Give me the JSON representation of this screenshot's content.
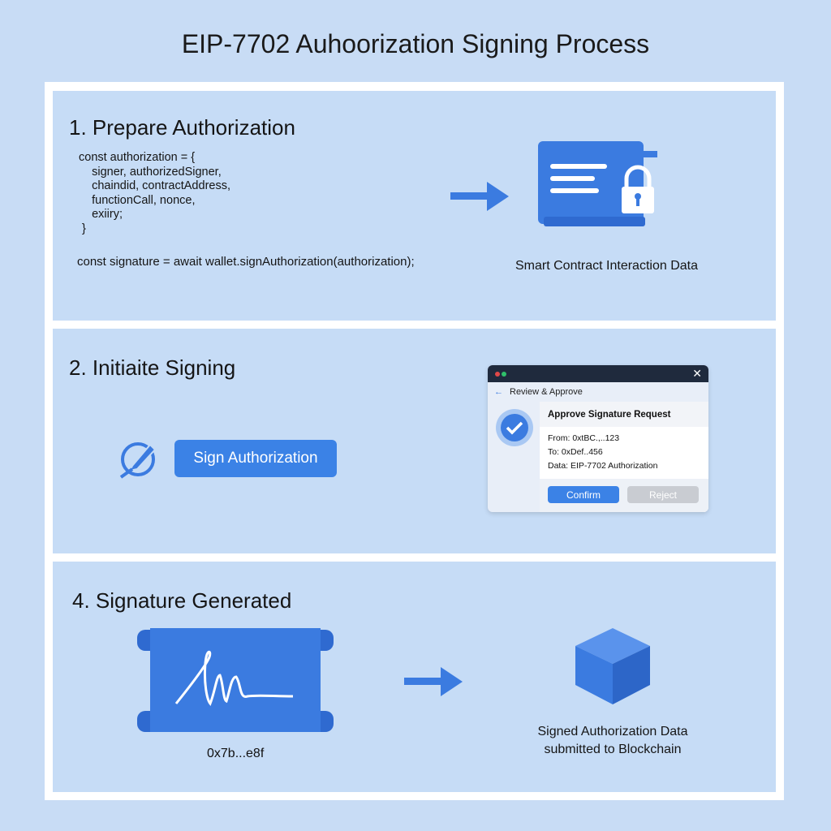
{
  "title": "EIP-7702 Auhoorization Signing Process",
  "step1": {
    "heading": "1. Prepare Authorization",
    "code": "const authorization = {\n    signer, authorizedSigner,\n    chaindid, contractAddress,\n    functionCall, nonce,\n    exiiry;\n }",
    "code_call": "const signature = await wallet.signAuthorization(authorization);",
    "caption": "Smart Contract Interaction Data",
    "icon": "locked-document-icon"
  },
  "step2": {
    "heading": "2. Initiaite Signing",
    "button": "Sign Authorization",
    "icon": "pen-sign-icon",
    "dialog": {
      "nav_title": "Review & Approve",
      "header": "Approve Signature Request",
      "from": "From: 0xtBC.,..123",
      "to": "To: 0xDef..456",
      "data": "Data: EIP-7702 Authorization",
      "confirm": "Confirm",
      "reject": "Reject"
    }
  },
  "step4": {
    "heading": "4. Signature Generated",
    "signature": "0x7b...e8f",
    "caption_line1": "Signed Authorization Data",
    "caption_line2": "submitted to Blockchain",
    "icon": "blockchain-cube-icon"
  },
  "colors": {
    "accent": "#3b82e6",
    "background": "#c8dcf5"
  }
}
